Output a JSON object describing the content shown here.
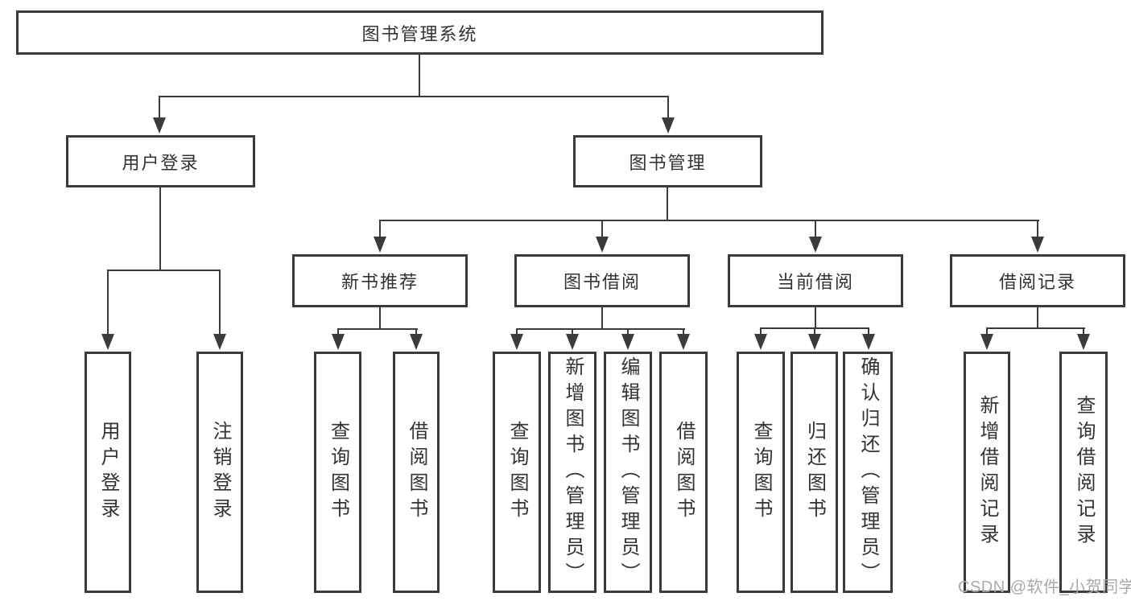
{
  "diagram": {
    "title_node": "图书管理系统",
    "nodes": {
      "root": "图书管理系统",
      "user_login_group": "用户登录",
      "book_management": "图书管理",
      "new_book_recommend": "新书推荐",
      "book_borrowing": "图书借阅",
      "current_borrowing": "当前借阅",
      "borrowing_records": "借阅记录",
      "user_login": "用户登录",
      "logout": "注销登录",
      "nbr_query_books": "查询图书",
      "nbr_borrow_books": "借阅图书",
      "bb_query_books": "查询图书",
      "bb_add_books": "新增图书（管理员）",
      "bb_edit_books": "编辑图书（管理员）",
      "bb_borrow_books": "借阅图书",
      "cb_query_books": "查询图书",
      "cb_return_books": "归还图书",
      "cb_confirm_return": "确认归还（管理员）",
      "br_add_record": "新增借阅记录",
      "br_query_record": "查询借阅记录"
    }
  },
  "watermark": "CSDN @软件_小贺同学",
  "colors": {
    "stroke": "#3b3b3b",
    "text": "#333333",
    "background": "#ffffff",
    "watermark": "#a9a9a9"
  }
}
